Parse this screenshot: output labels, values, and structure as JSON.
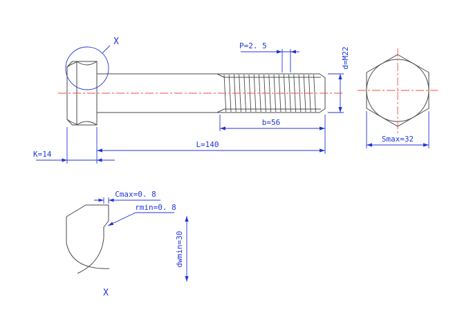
{
  "drawing": {
    "colors": {
      "dimension": "#2135d6",
      "centerline": "#ee4b40",
      "outline": "#474747"
    },
    "main_view": {
      "detail_ref": "X",
      "dims": {
        "pitch": "P=2. 5",
        "diameter": "d=M22",
        "thread_length": "b=56",
        "length": "L=140",
        "head_height": "K=14"
      }
    },
    "end_view": {
      "dims": {
        "width_across_flats": "Smax=32"
      }
    },
    "detail_view": {
      "label": "X",
      "dims": {
        "chamfer_max": "Cmax=0. 8",
        "fillet_min": "rmin=0. 8",
        "washer_face_min": "dwmin=30"
      }
    }
  }
}
